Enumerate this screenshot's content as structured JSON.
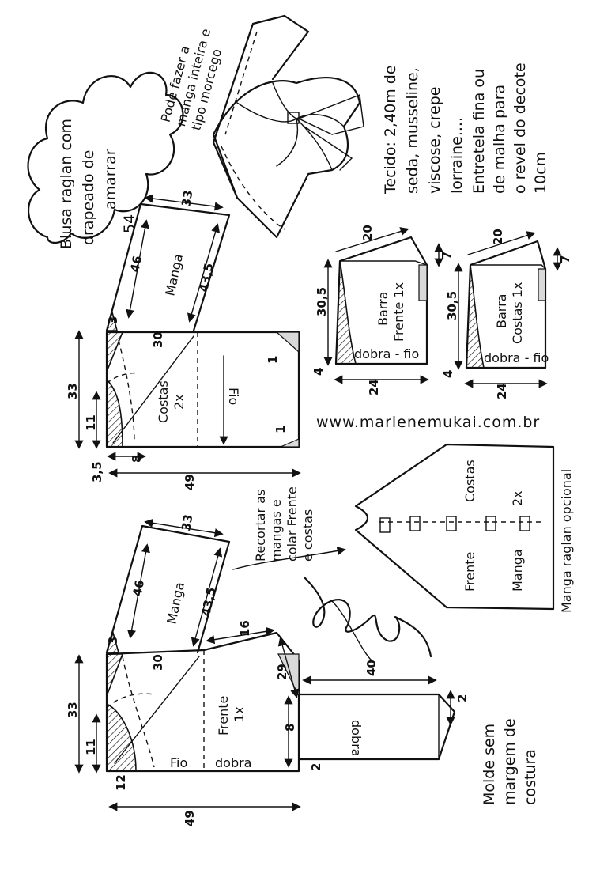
{
  "title": {
    "line1": "Blusa raglan com",
    "line2": "drapeado de",
    "line3": "amarrar",
    "number": "54"
  },
  "sketch_note": {
    "line1": "Pode fazer a",
    "line2": "manga inteira e",
    "line3": "tipo morcego"
  },
  "fabric_note": {
    "line1": "Tecido: 2,40m de",
    "line2": "seda, musseline,",
    "line3": "viscose, crepe",
    "line4": "lorraine....",
    "line5": "Entretela fina ou",
    "line6": "de malha para",
    "line7": "o revel do decote",
    "line8": "10cm"
  },
  "website": "www.marlenemukai.com.br",
  "recortar_note": {
    "line1": "Recortar as",
    "line2": "mangas e",
    "line3": "colar Frente",
    "line4": "e costas"
  },
  "raglan_optional": {
    "caption": "Manga raglan opcional",
    "costas": "Costas",
    "frente": "Frente",
    "manga": "Manga",
    "count": "2x"
  },
  "mold_note": {
    "line1": "Molde sem",
    "line2": "margem de",
    "line3": "costura"
  },
  "back_piece": {
    "label": "Costas",
    "count": "2x",
    "grain": "Fio",
    "dims": {
      "d33": "33",
      "d11": "11",
      "d35": "3,5",
      "d8": "8",
      "d49": "49",
      "d30": "30",
      "d3": "3",
      "d1a": "1",
      "d1b": "1"
    }
  },
  "back_sleeve": {
    "label": "Manga",
    "dims": {
      "d33": "33",
      "d46": "46",
      "d435": "43,5"
    }
  },
  "front_piece": {
    "label": "Frente",
    "count": "1x",
    "grain": "Fio",
    "fold": "dobra",
    "dims": {
      "d33": "33",
      "d11": "11",
      "d12": "12",
      "d49": "49",
      "d30": "30",
      "d3": "3",
      "d16": "16",
      "d29": "29",
      "d8": "8",
      "d2": "2"
    }
  },
  "front_sleeve": {
    "label": "Manga",
    "dims": {
      "d33": "33",
      "d46": "46",
      "d435": "43,5"
    }
  },
  "tie": {
    "fold": "dobra",
    "dims": {
      "d40": "40",
      "d2": "2"
    }
  },
  "barra_frente": {
    "label": "Barra",
    "sub": "Frente 1x",
    "fold": "dobra - fio",
    "dims": {
      "d20": "20",
      "d305": "30,5",
      "d24": "24",
      "d4": "4",
      "d7": "7"
    }
  },
  "barra_costas": {
    "label": "Barra",
    "sub": "Costas 1x",
    "fold": "dobra - fio",
    "dims": {
      "d20": "20",
      "d305": "30,5",
      "d24": "24",
      "d4": "4",
      "d7": "7"
    }
  }
}
